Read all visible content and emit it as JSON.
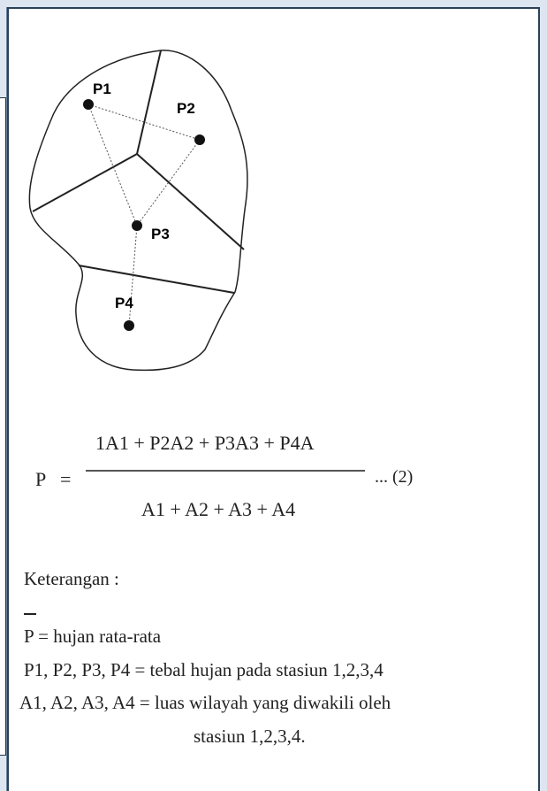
{
  "diagram": {
    "stations": [
      {
        "id": "p1",
        "label": "P1"
      },
      {
        "id": "p2",
        "label": "P2"
      },
      {
        "id": "p3",
        "label": "P3"
      },
      {
        "id": "p4",
        "label": "P4"
      }
    ]
  },
  "formula": {
    "lhs": "P",
    "equals": "=",
    "numerator": "1A1 + P2A2 + P3A3 + P4A",
    "denominator": "A1 + A2 + A3 + A4",
    "equation_number": "... (2)"
  },
  "notes": {
    "heading": "Keterangan :",
    "lines": [
      "P = hujan rata-rata",
      "P1, P2, P3, P4  = tebal hujan pada stasiun 1,2,3,4",
      "A1, A2, A3, A4 = luas wilayah yang  diwakili oleh",
      "stasiun 1,2,3,4."
    ]
  }
}
